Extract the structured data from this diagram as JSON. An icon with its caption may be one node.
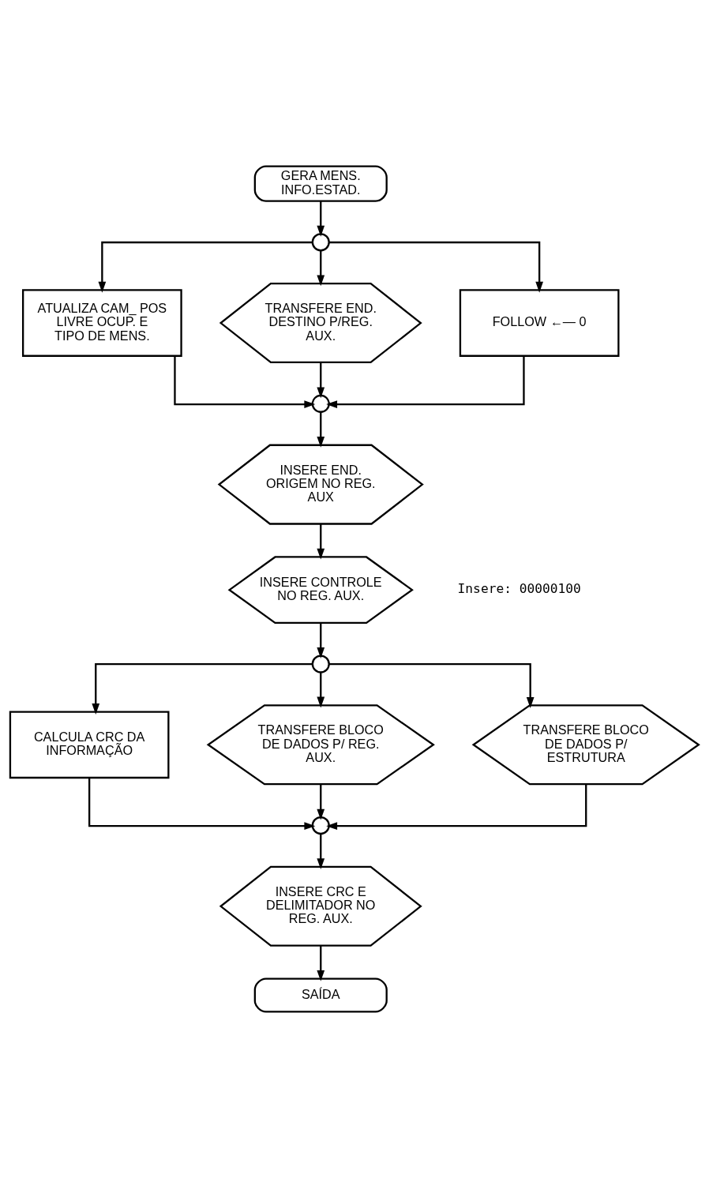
{
  "diagram": {
    "nodes": [
      {
        "text": [
          "GERA MENS. INFO.ESTAD."
        ]
      },
      {
        "text": [],
        "shape": "circle"
      },
      {
        "text": [
          "ATUALIZA CAM_ POS LIVRE OCUP. E TIPO DE MENS."
        ]
      },
      {
        "text": [
          "TRANSFERE END. DESTINO P/REG. AUX."
        ]
      },
      {
        "text": [
          "FOLLOW ←— 0"
        ]
      },
      {
        "text": [],
        "shape": "circle"
      },
      {
        "text": [
          "INSERE END. ORIGEM NO REG. AUX"
        ]
      },
      {
        "text": [
          "INSERE CONTROLE NO REG. AUX."
        ],
        "beside": [
          "Insere: 00000100"
        ]
      },
      {
        "text": [],
        "shape": "circle"
      },
      {
        "text": [
          "CALCULA CRC DA INFORMAÇÃO"
        ]
      },
      {
        "text": [
          "TRANSFERE BLOCO DE DADOS P/ REG. AUX."
        ]
      },
      {
        "text": [
          "TRANSFERE BLOCO DE DADOS P/ ESTRUTURA"
        ]
      },
      {
        "text": [],
        "shape": "circle"
      },
      {
        "text": [
          "INSERE CRC E DELIMITADOR NO REG. AUX."
        ]
      },
      {
        "text": [
          "SAÍDA"
        ]
      }
    ],
    "edges": [
      {
        "from": 0,
        "to": 1,
        "arrow": "to"
      },
      {
        "from": 1,
        "to": 2,
        "arrow": "to"
      },
      {
        "from": 1,
        "to": 3,
        "arrow": "to"
      },
      {
        "from": 1,
        "to": 4,
        "arrow": "to"
      },
      {
        "from": 2,
        "to": 5,
        "arrow": "to"
      },
      {
        "from": 3,
        "to": 5,
        "arrow": "to"
      },
      {
        "from": 4,
        "to": 5,
        "arrow": "to"
      },
      {
        "from": 5,
        "to": 6,
        "arrow": "to"
      },
      {
        "from": 6,
        "to": 7,
        "arrow": "to"
      },
      {
        "from": 7,
        "to": 8,
        "arrow": "to"
      },
      {
        "from": 8,
        "to": 9,
        "arrow": "to"
      },
      {
        "from": 8,
        "to": 10,
        "arrow": "to"
      },
      {
        "from": 8,
        "to": 11,
        "arrow": "to"
      },
      {
        "from": 9,
        "to": 12,
        "arrow": "to"
      },
      {
        "from": 10,
        "to": 12,
        "arrow": "to"
      },
      {
        "from": 11,
        "to": 12,
        "arrow": "to"
      },
      {
        "from": 12,
        "to": 13,
        "arrow": "to"
      },
      {
        "from": 13,
        "to": 14,
        "arrow": "to"
      }
    ]
  }
}
